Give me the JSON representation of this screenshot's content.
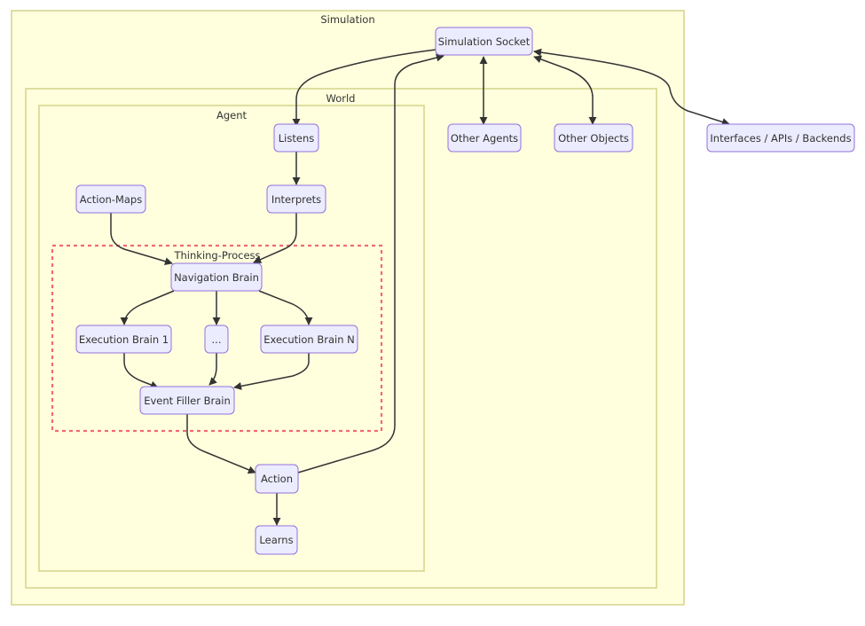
{
  "diagram": {
    "type": "flowchart",
    "clusters": {
      "simulation": "Simulation",
      "world": "World",
      "agent": "Agent",
      "thinking_process": "Thinking-Process"
    },
    "nodes": {
      "simulation_socket": "Simulation Socket",
      "listens": "Listens",
      "interprets": "Interprets",
      "action_maps": "Action-Maps",
      "navigation_brain": "Navigation Brain",
      "execution_brain_1": "Execution Brain 1",
      "ellipsis": "...",
      "execution_brain_n": "Execution Brain N",
      "event_filler_brain": "Event Filler Brain",
      "action": "Action",
      "learns": "Learns",
      "other_agents": "Other Agents",
      "other_objects": "Other Objects",
      "interfaces": "Interfaces / APIs / Backends"
    },
    "edges": [
      {
        "from": "Simulation Socket",
        "to": "Listens",
        "direction": "forward"
      },
      {
        "from": "Listens",
        "to": "Interprets",
        "direction": "forward"
      },
      {
        "from": "Interprets",
        "to": "Navigation Brain",
        "direction": "forward"
      },
      {
        "from": "Action-Maps",
        "to": "Navigation Brain",
        "direction": "forward"
      },
      {
        "from": "Navigation Brain",
        "to": "Execution Brain 1",
        "direction": "forward"
      },
      {
        "from": "Navigation Brain",
        "to": "...",
        "direction": "forward"
      },
      {
        "from": "Navigation Brain",
        "to": "Execution Brain N",
        "direction": "forward"
      },
      {
        "from": "Execution Brain 1",
        "to": "Event Filler Brain",
        "direction": "forward"
      },
      {
        "from": "...",
        "to": "Event Filler Brain",
        "direction": "forward"
      },
      {
        "from": "Execution Brain N",
        "to": "Event Filler Brain",
        "direction": "forward"
      },
      {
        "from": "Event Filler Brain",
        "to": "Action",
        "direction": "forward"
      },
      {
        "from": "Action",
        "to": "Learns",
        "direction": "forward"
      },
      {
        "from": "Action",
        "to": "Simulation Socket",
        "direction": "forward"
      },
      {
        "from": "Simulation Socket",
        "to": "Other Agents",
        "direction": "both"
      },
      {
        "from": "Simulation Socket",
        "to": "Other Objects",
        "direction": "both"
      },
      {
        "from": "Simulation Socket",
        "to": "Interfaces / APIs / Backends",
        "direction": "both"
      }
    ],
    "colors": {
      "cluster_fill": "#ffffde",
      "cluster_stroke": "#d4d48a",
      "node_fill": "#ececff",
      "node_stroke": "#9370db",
      "edge": "#333333",
      "thinking_process_border": "#f05060"
    }
  }
}
